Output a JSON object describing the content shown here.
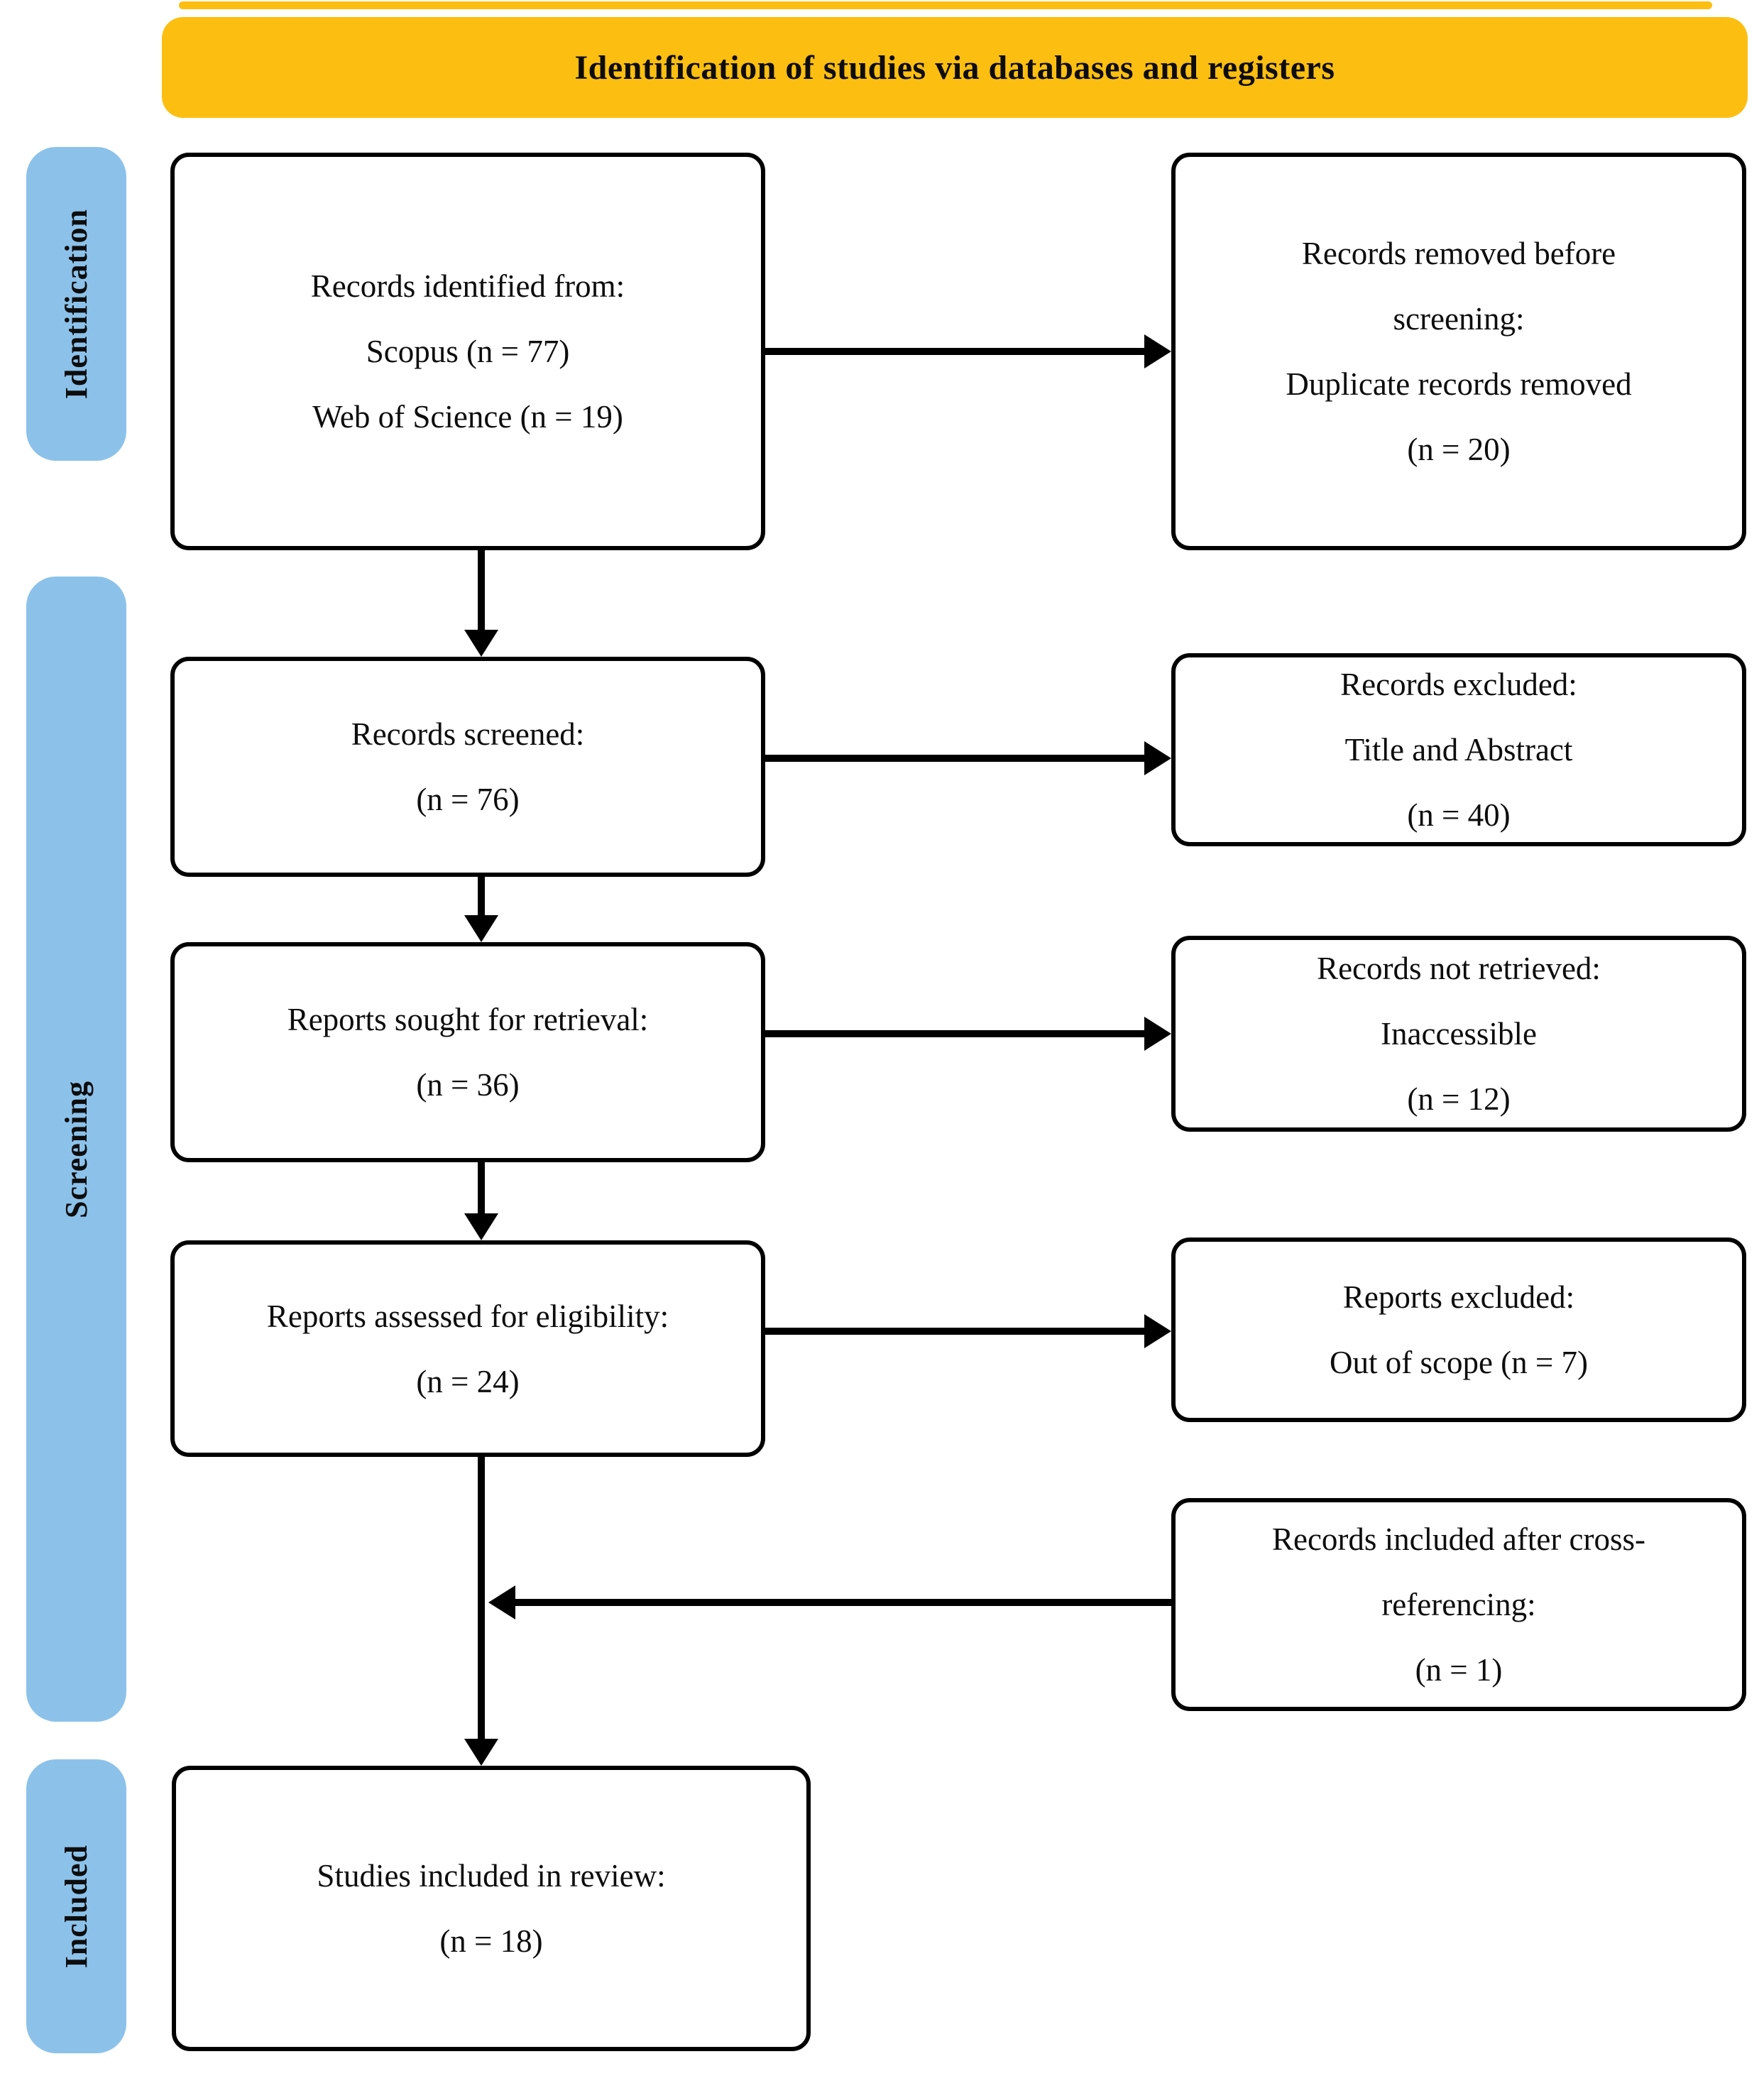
{
  "banner": {
    "title": "Identification of studies via databases and registers"
  },
  "stages": [
    {
      "label": "Identification"
    },
    {
      "label": "Screening"
    },
    {
      "label": "Included"
    }
  ],
  "boxes": {
    "identified": {
      "lines": [
        "Records identified from:",
        "Scopus (n = 77)",
        "Web of Science (n = 19)"
      ]
    },
    "removed_before": {
      "lines": [
        "Records removed before",
        "screening:",
        "Duplicate records removed",
        "(n = 20)"
      ]
    },
    "screened": {
      "lines": [
        "Records screened:",
        "(n = 76)"
      ]
    },
    "records_excluded": {
      "lines": [
        "Records excluded:",
        "Title and Abstract",
        "(n = 40)"
      ]
    },
    "sought": {
      "lines": [
        "Reports sought for retrieval:",
        "(n = 36)"
      ]
    },
    "not_retrieved": {
      "lines": [
        "Records not retrieved:",
        "Inaccessible",
        "(n = 12)"
      ]
    },
    "assessed": {
      "lines": [
        "Reports assessed for eligibility:",
        "(n = 24)"
      ]
    },
    "reports_excluded": {
      "lines": [
        "Reports excluded:",
        "Out of scope (n = 7)"
      ]
    },
    "cross_referencing": {
      "lines": [
        "Records included after cross-",
        "referencing:",
        "(n = 1)"
      ]
    },
    "included_review": {
      "lines": [
        "Studies included in review:",
        "(n = 18)"
      ]
    }
  },
  "colors": {
    "banner_bg": "#FCBE11",
    "stage_bg": "#8CC2EA",
    "box_border": "#000000",
    "arrow": "#000000"
  }
}
